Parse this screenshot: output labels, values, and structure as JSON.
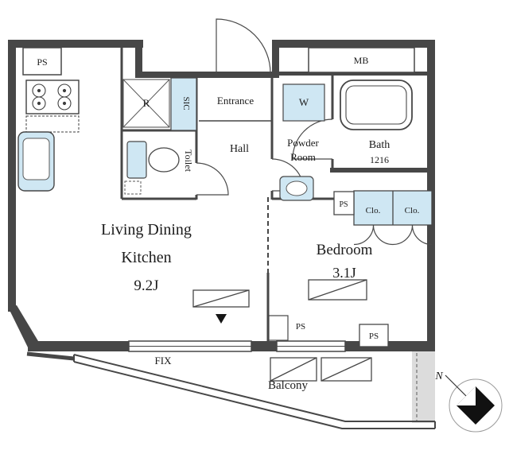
{
  "plan": {
    "labels": {
      "ps_top_left": "PS",
      "meter_box": "MB",
      "fridge": "R",
      "shoe_closet": "SIC",
      "entrance": "Entrance",
      "washer": "W",
      "toilet": "Toilet",
      "hall": "Hall",
      "powder_line1": "Powder",
      "powder_line2": "Room",
      "bath": "Bath",
      "bath_size": "1216",
      "ps_center": "PS",
      "closet_left": "Clo.",
      "closet_right": "Clo.",
      "living_line1": "Living Dining",
      "living_line2": "Kitchen",
      "living_size": "9.2J",
      "bedroom": "Bedroom",
      "bedroom_size": "3.1J",
      "ps_bottom": "PS",
      "ps_bottom_right": "PS",
      "fix_window": "FIX",
      "balcony": "Balcony",
      "north": "N"
    },
    "colors": {
      "wall": "#474747",
      "wet_area": "#cfe7f3",
      "shading": "#dcdcdc",
      "background": "#ffffff"
    }
  }
}
